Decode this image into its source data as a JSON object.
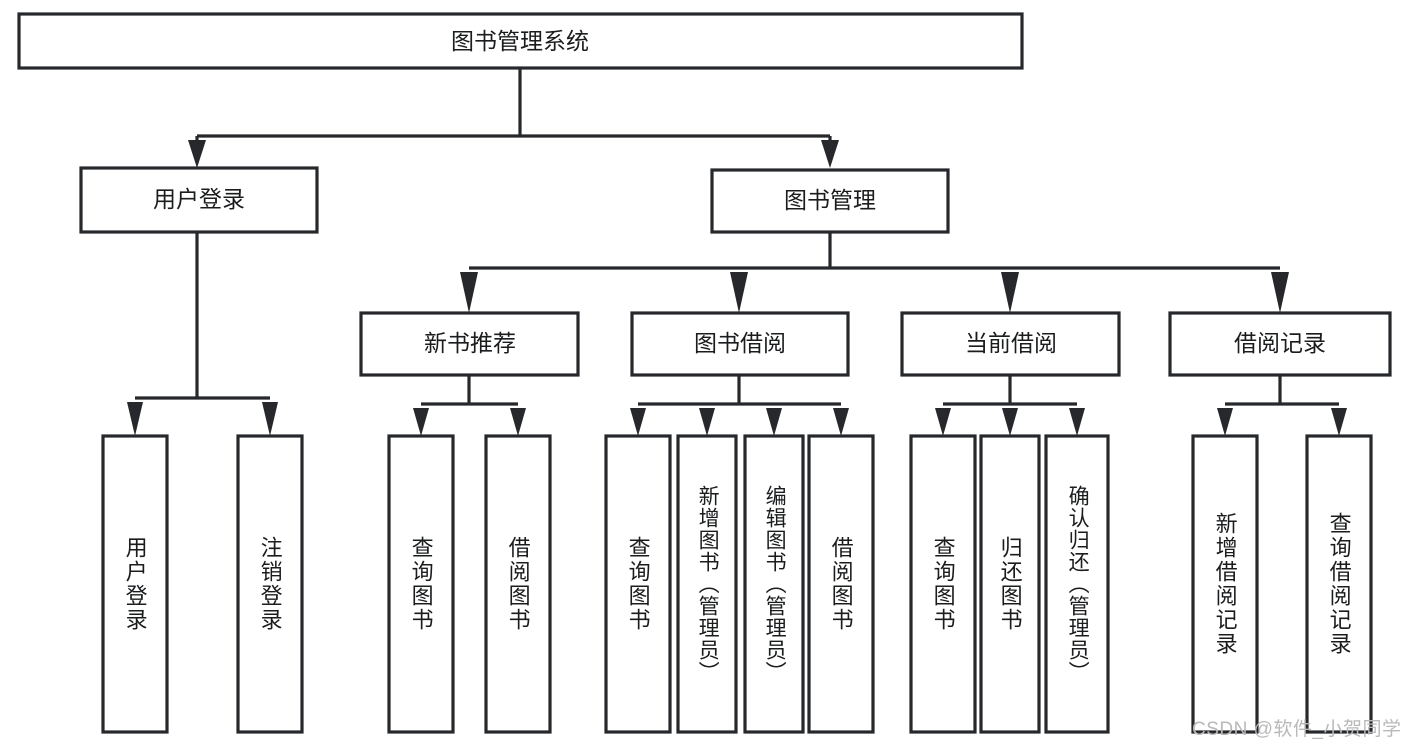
{
  "diagram": {
    "title": "图书管理系统",
    "type": "hierarchy-tree",
    "watermark": "CSDN @软件_小贺同学",
    "colors": {
      "background": "#ffffff",
      "stroke": "#26282b",
      "node_fill": "#ffffff",
      "text": "#1b1c1e",
      "watermark": "#b9b9b9"
    },
    "levels": {
      "root": {
        "label": "图书管理系统"
      },
      "level2": [
        {
          "id": "user-login",
          "label": "用户登录"
        },
        {
          "id": "book-management",
          "label": "图书管理"
        }
      ],
      "level3": [
        {
          "id": "new-book-recommend",
          "label": "新书推荐",
          "parent": "book-management"
        },
        {
          "id": "book-borrow",
          "label": "图书借阅",
          "parent": "book-management"
        },
        {
          "id": "current-borrow",
          "label": "当前借阅",
          "parent": "book-management"
        },
        {
          "id": "borrow-record",
          "label": "借阅记录",
          "parent": "book-management"
        }
      ],
      "leaves": [
        {
          "id": "leaf-user-login",
          "label": "用户登录",
          "parent": "user-login"
        },
        {
          "id": "leaf-user-logout",
          "label": "注销登录",
          "parent": "user-login"
        },
        {
          "id": "leaf-query-book-1",
          "label": "查询图书",
          "parent": "new-book-recommend"
        },
        {
          "id": "leaf-borrow-book-1",
          "label": "借阅图书",
          "parent": "new-book-recommend"
        },
        {
          "id": "leaf-query-book-2",
          "label": "查询图书",
          "parent": "book-borrow"
        },
        {
          "id": "leaf-add-book",
          "label": "新增图书（管理员）",
          "parent": "book-borrow"
        },
        {
          "id": "leaf-edit-book",
          "label": "编辑图书（管理员）",
          "parent": "book-borrow"
        },
        {
          "id": "leaf-borrow-book-2",
          "label": "借阅图书",
          "parent": "book-borrow"
        },
        {
          "id": "leaf-query-book-3",
          "label": "查询图书",
          "parent": "current-borrow"
        },
        {
          "id": "leaf-return-book",
          "label": "归还图书",
          "parent": "current-borrow"
        },
        {
          "id": "leaf-confirm-return",
          "label": "确认归还（管理员）",
          "parent": "current-borrow"
        },
        {
          "id": "leaf-add-record",
          "label": "新增借阅记录",
          "parent": "borrow-record"
        },
        {
          "id": "leaf-query-record",
          "label": "查询借阅记录",
          "parent": "borrow-record"
        }
      ]
    }
  }
}
